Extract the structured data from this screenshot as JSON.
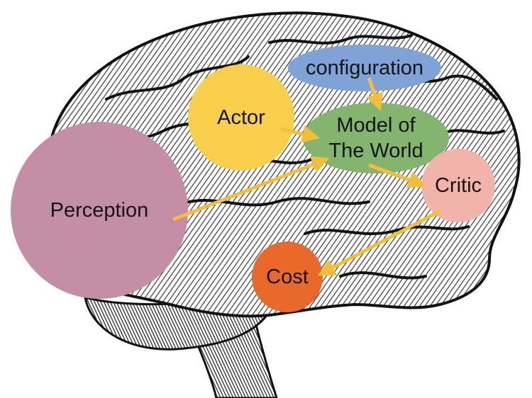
{
  "diagram": {
    "nodes": [
      {
        "id": "configuration",
        "label": "configuration",
        "color": "#7FA3D6"
      },
      {
        "id": "actor",
        "label": "Actor",
        "color": "#F7CF4A"
      },
      {
        "id": "world-model",
        "label_lines": [
          "Model of",
          "The World"
        ],
        "color": "#83B56E"
      },
      {
        "id": "perception",
        "label": "Perception",
        "color": "#C48EA7"
      },
      {
        "id": "critic",
        "label": "Critic",
        "color": "#F2B4AA"
      },
      {
        "id": "cost",
        "label": "Cost",
        "color": "#E8692A"
      }
    ],
    "edges": [
      {
        "from": "configuration",
        "to": "world-model"
      },
      {
        "from": "actor",
        "to": "world-model"
      },
      {
        "from": "perception",
        "to": "world-model"
      },
      {
        "from": "world-model",
        "to": "critic"
      },
      {
        "from": "critic",
        "to": "cost"
      }
    ],
    "arrow_color": "#F4BD3A",
    "brain_illustration": "cerebral-cortex-engraving"
  }
}
